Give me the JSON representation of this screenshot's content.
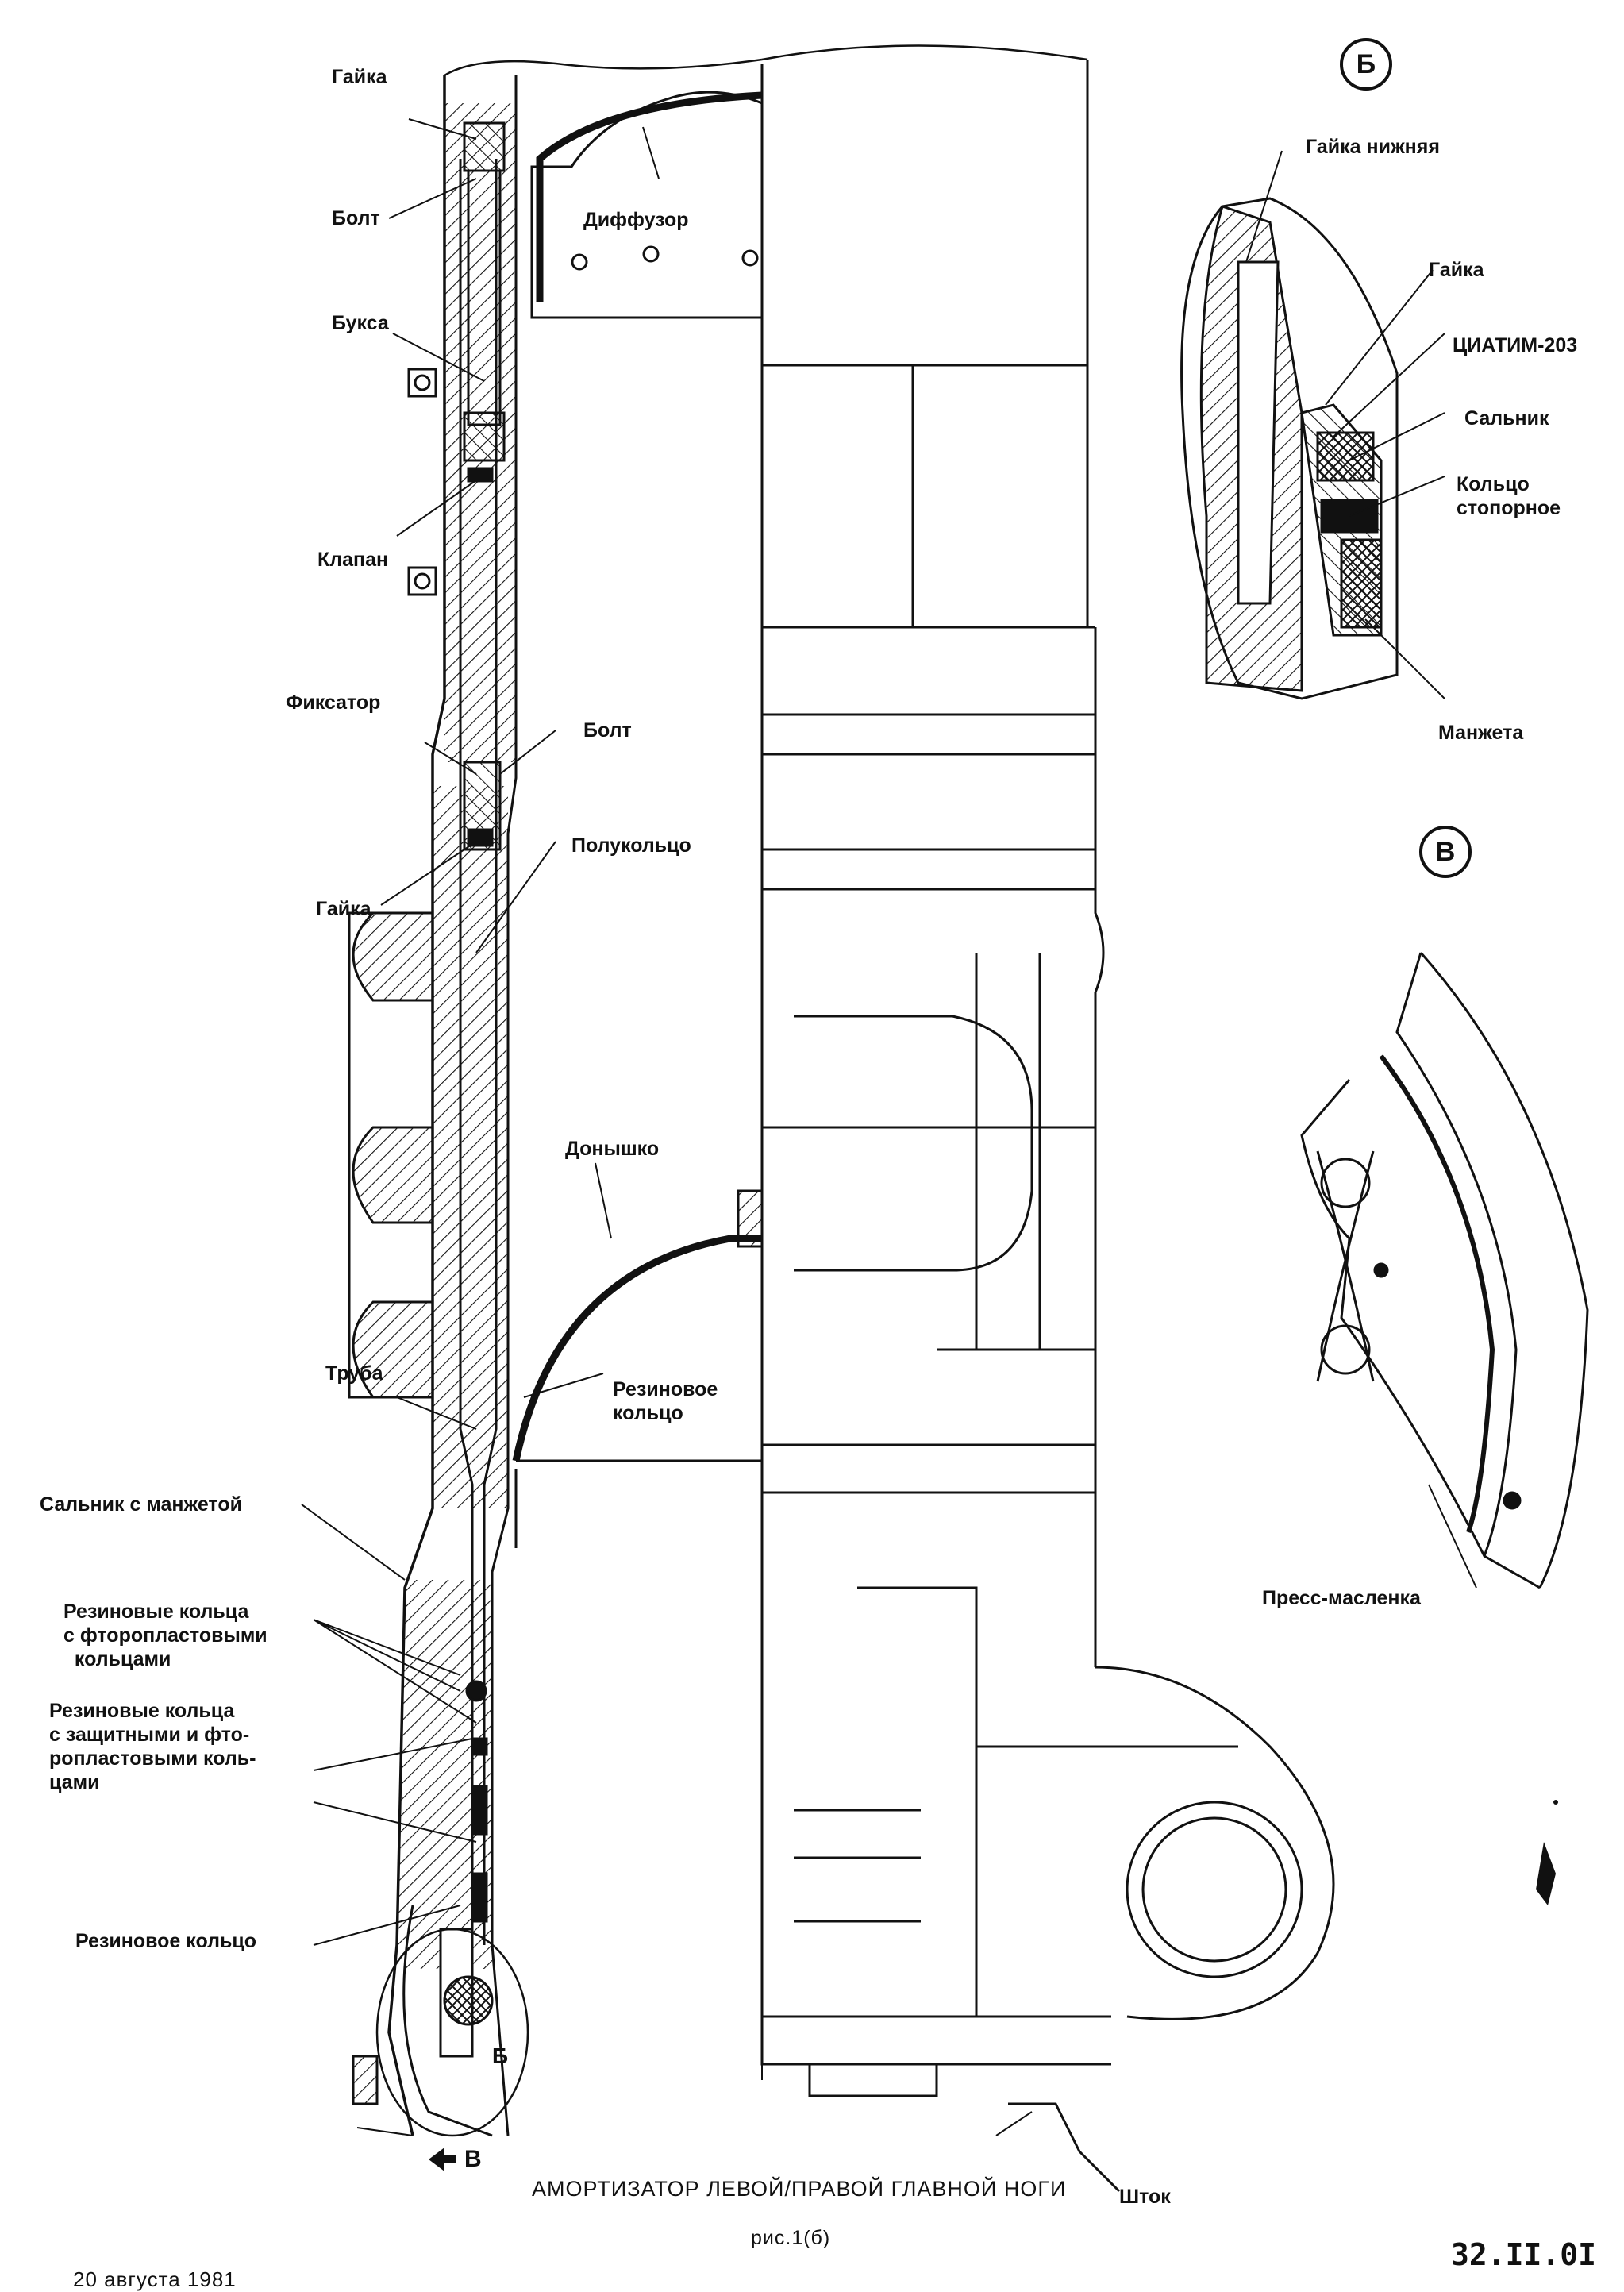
{
  "drawing": {
    "title": "АМОРТИЗАТОР ЛЕВОЙ/ПРАВОЙ ГЛАВНОЙ НОГИ",
    "figure": "рис.1(б)",
    "page_number": "32.II.0I",
    "footer_partial": "20 августа 1981"
  },
  "views": {
    "b": "Б",
    "v": "В",
    "arrow_v": "В",
    "detail_b": "Б"
  },
  "labels": {
    "gayka_top": "Гайка",
    "bolt_top": "Болт",
    "buksa": "Букса",
    "klapan": "Клапан",
    "fiksator": "Фиксатор",
    "bolt_mid": "Болт",
    "gayka_mid": "Гайка",
    "polukoltso": "Полукольцо",
    "diffuzor": "Диффузор",
    "donyshko": "Донышко",
    "truba": "Труба",
    "rezinovoe_koltso_mid": "Резиновое\nкольцо",
    "salnik_manzheta": "Сальник с манжетой",
    "rings_fluoro": "Резиновые кольца\nс фторопластовыми\n  кольцами",
    "rings_protect": "Резиновые кольца\nс защитными и фто-\nропластовыми коль-\nцами",
    "rezinovoe_koltso_low": "Резиновое кольцо",
    "shtok": "Шток"
  },
  "detail_b_labels": {
    "gayka_nizhnyaya": "Гайка нижняя",
    "gayka": "Гайка",
    "tsiatim": "ЦИАТИМ-203",
    "salnik": "Сальник",
    "koltso_stopornoe": "Кольцо\nстопорное",
    "manzheta": "Манжета"
  },
  "detail_v_labels": {
    "press_maslenka": "Пресс-масленка"
  }
}
